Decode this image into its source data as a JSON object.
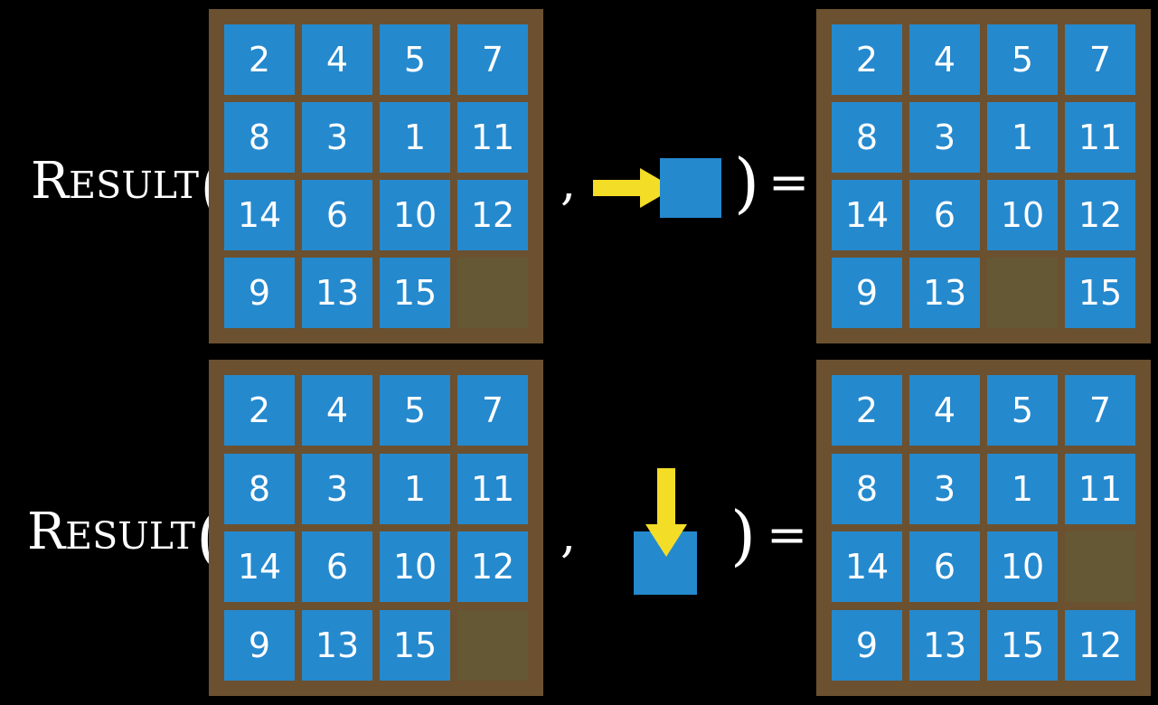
{
  "page": {
    "background_color": "#000000",
    "tile_color": "#2589ce",
    "board_color": "#6b5130",
    "empty_cell_color": "#655834",
    "arrow_color": "#f3dd27",
    "text_color": "#ffffff"
  },
  "rows": [
    {
      "id": "row-1",
      "label": {
        "cap": "R",
        "small": "ESULT",
        "paren": "("
      },
      "comma": ",",
      "rparen": ")",
      "equals": "=",
      "operation": {
        "name": "slide-right",
        "arrow_direction": "right",
        "arrow_glyph": "→",
        "tile_label": ""
      },
      "input_board": {
        "name": "input-board-1",
        "cells": [
          "2",
          "4",
          "5",
          "7",
          "8",
          "3",
          "1",
          "11",
          "14",
          "6",
          "10",
          "12",
          "9",
          "13",
          "15",
          ""
        ]
      },
      "output_board": {
        "name": "output-board-1",
        "cells": [
          "2",
          "4",
          "5",
          "7",
          "8",
          "3",
          "1",
          "11",
          "14",
          "6",
          "10",
          "12",
          "9",
          "13",
          "",
          "15"
        ]
      }
    },
    {
      "id": "row-2",
      "label": {
        "cap": "R",
        "small": "ESULT",
        "paren": "("
      },
      "comma": ",",
      "rparen": ")",
      "equals": "=",
      "operation": {
        "name": "slide-down",
        "arrow_direction": "down",
        "arrow_glyph": "↓",
        "tile_label": ""
      },
      "input_board": {
        "name": "input-board-2",
        "cells": [
          "2",
          "4",
          "5",
          "7",
          "8",
          "3",
          "1",
          "11",
          "14",
          "6",
          "10",
          "12",
          "9",
          "13",
          "15",
          ""
        ]
      },
      "output_board": {
        "name": "output-board-2",
        "cells": [
          "2",
          "4",
          "5",
          "7",
          "8",
          "3",
          "1",
          "11",
          "14",
          "6",
          "10",
          "",
          "9",
          "13",
          "15",
          "12"
        ]
      }
    }
  ]
}
